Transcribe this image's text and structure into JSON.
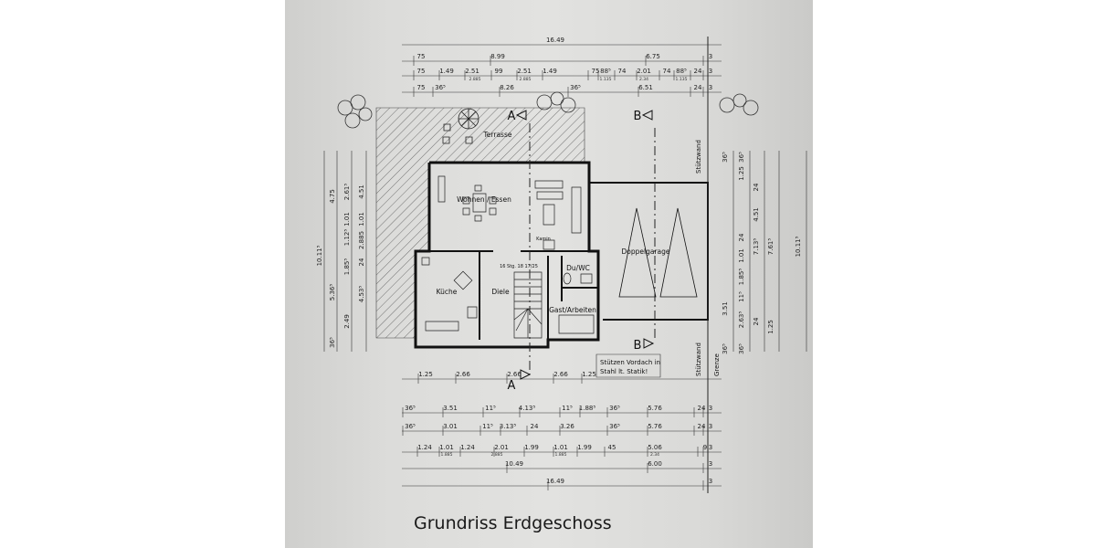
{
  "title": "Grundriss Erdgeschoss",
  "rooms": {
    "terrace": "Terrasse",
    "living": "Wohnen / Essen",
    "fireplace": "Kamin",
    "garage": "Doppelgarage",
    "kitchen": "Küche",
    "hall": "Diele",
    "bath": "Du/WC",
    "guest": "Gast/Arbeiten",
    "stairs": "16 Stg. 18 17/25"
  },
  "section_markers": {
    "a": "A",
    "b": "B"
  },
  "note_lines": [
    "Stützen Vordach in",
    "Stahl lt. Statik!"
  ],
  "side_labels": {
    "retaining_wall": "Stützwand",
    "boundary": "Grenze"
  },
  "dimensions": {
    "top": {
      "overall": "16.49",
      "row1": [
        "75",
        "8.99",
        "6.75",
        "3"
      ],
      "row2": [
        "75",
        "1.49",
        "2.51",
        "99",
        "2.51",
        "1.49",
        "75",
        "88⁵",
        "74",
        "2.01",
        "74",
        "88⁵",
        "24",
        "3"
      ],
      "row2_sub": [
        "2.885",
        "2.885",
        "1.135",
        "2.34",
        "1.135"
      ],
      "row3": [
        "75",
        "36⁵",
        "8.26",
        "36⁵",
        "6.51",
        "24",
        "3"
      ]
    },
    "bottom": {
      "row1": [
        "36⁵",
        "3.51",
        "11⁵",
        "4.13⁵",
        "11⁵",
        "1.88⁵",
        "36⁵",
        "5.76",
        "24",
        "3"
      ],
      "row2": [
        "36⁵",
        "3.01",
        "11⁵",
        "3.13⁵",
        "24",
        "3.26",
        "36⁵",
        "5.76",
        "24",
        "3"
      ],
      "row3": [
        "1.24",
        "1.01",
        "1.24",
        "2.01",
        "1.99",
        "1.01",
        "1.99",
        "45",
        "5.06",
        "9",
        "3"
      ],
      "row3_sub": [
        "1.885",
        "2.885",
        "1.885",
        "2.34"
      ],
      "row4": [
        "10.49",
        "6.00",
        "3"
      ],
      "overall": [
        "16.49",
        "3"
      ]
    },
    "porch": [
      "1.25",
      "2.66",
      "2.66",
      "2.66",
      "1.25"
    ],
    "left": [
      "4.75",
      "2.61⁵",
      "1.01",
      "1.12⁵",
      "1.85⁵",
      "5.36⁵",
      "2.49",
      "36⁵",
      "10.11⁵",
      "24",
      "1.01",
      "4.51",
      "2.885",
      "4.53⁵"
    ],
    "right": [
      "36⁵",
      "36⁵",
      "1.25",
      "24",
      "4.51",
      "7.13⁵",
      "7.61⁵",
      "10.11⁵",
      "24",
      "1.01",
      "1.85⁵",
      "11⁵",
      "2.63⁵",
      "3.51",
      "24",
      "1.25",
      "36⁵",
      "36⁵"
    ]
  }
}
